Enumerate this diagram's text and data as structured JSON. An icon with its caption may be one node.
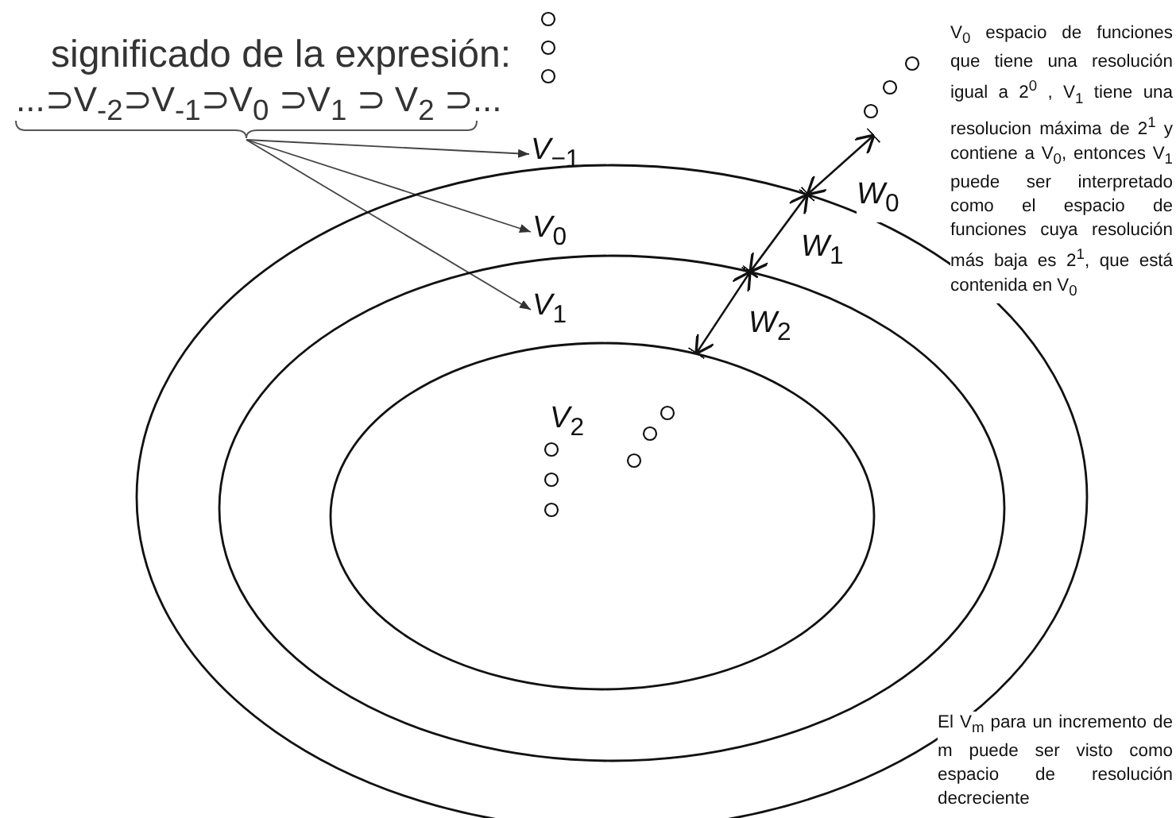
{
  "diagram": {
    "nodes": [
      {
        "text": [
          "significado de la expresión:",
          "...⊃V$_{-2}$⊃V$_{-1}$⊃V$_{0}$ ⊃V$_{1}$ ⊃ V$_{2}$ ⊃..."
        ]
      },
      {
        "text": [
          "*V*$_{−1}$"
        ]
      },
      {
        "text": [],
        "shape": "ellipse"
      },
      {
        "text": [
          "*V*$_{0}$"
        ],
        "in": 2
      },
      {
        "text": [],
        "shape": "ellipse",
        "in": 2
      },
      {
        "text": [
          "*V*$_{1}$"
        ],
        "in": 4
      },
      {
        "text": [],
        "shape": "ellipse",
        "in": 4
      },
      {
        "text": [
          "*V*$_{2}$"
        ],
        "in": 6
      }
    ],
    "edges": [
      {
        "from": 0,
        "to": 1,
        "arrow": "to"
      },
      {
        "from": 0,
        "to": 3,
        "arrow": "to"
      },
      {
        "from": 0,
        "to": 5,
        "arrow": "to"
      }
    ],
    "labels": [
      "V$_{0}$ espacio de funciones que tiene una resolución igual a 2$^{0}$ , V$_{1}$ tiene una resolucion máxima de 2$^{1}$ y contiene a V$_{0}$, entonces V$_{1}$ puede ser interpretado como el espacio de funciones cuya resolución más baja es 2$^{1}$, que está contenida en V$_{0}$",
      "*W*$_{0}$",
      "*W*$_{1}$",
      "*W*$_{2}$",
      "El V$_{m}$ para un incremento de m puede ser visto como espacio de resolución decreciente"
    ]
  }
}
